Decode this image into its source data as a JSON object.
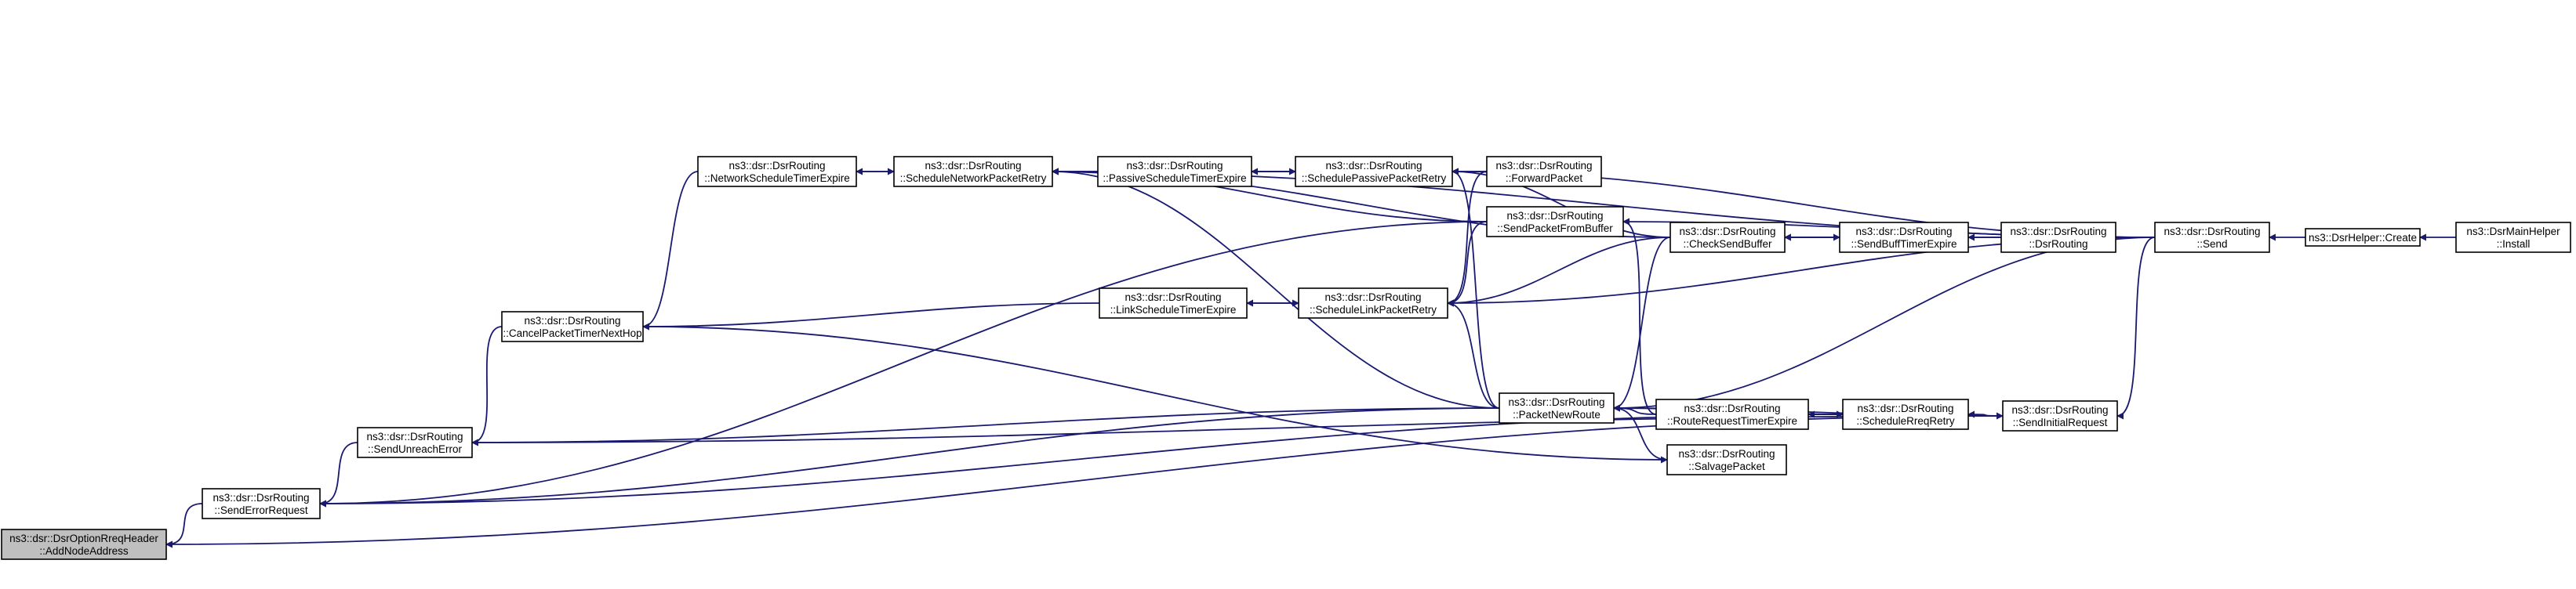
{
  "colors": {
    "edge": "#191970",
    "node_border": "#000000",
    "root_fill": "#bfbfbf",
    "node_fill": "#ffffff"
  },
  "nodes": [
    {
      "id": "AddNodeAddress",
      "lines": [
        "ns3::dsr::DsrOptionRreqHeader",
        "::AddNodeAddress"
      ],
      "root": true
    },
    {
      "id": "SendErrorRequest",
      "lines": [
        "ns3::dsr::DsrRouting",
        "::SendErrorRequest"
      ]
    },
    {
      "id": "SendUnreachError",
      "lines": [
        "ns3::dsr::DsrRouting",
        "::SendUnreachError"
      ]
    },
    {
      "id": "CancelPacketTimerNextHop",
      "lines": [
        "ns3::dsr::DsrRouting",
        "::CancelPacketTimerNextHop"
      ]
    },
    {
      "id": "NetworkScheduleTimerExpire",
      "lines": [
        "ns3::dsr::DsrRouting",
        "::NetworkScheduleTimerExpire"
      ]
    },
    {
      "id": "ScheduleNetworkPacketRetry",
      "lines": [
        "ns3::dsr::DsrRouting",
        "::ScheduleNetworkPacketRetry"
      ]
    },
    {
      "id": "PassiveScheduleTimerExpire",
      "lines": [
        "ns3::dsr::DsrRouting",
        "::PassiveScheduleTimerExpire"
      ]
    },
    {
      "id": "LinkScheduleTimerExpire",
      "lines": [
        "ns3::dsr::DsrRouting",
        "::LinkScheduleTimerExpire"
      ]
    },
    {
      "id": "SchedulePassivePacketRetry",
      "lines": [
        "ns3::dsr::DsrRouting",
        "::SchedulePassivePacketRetry"
      ]
    },
    {
      "id": "ScheduleLinkPacketRetry",
      "lines": [
        "ns3::dsr::DsrRouting",
        "::ScheduleLinkPacketRetry"
      ]
    },
    {
      "id": "ForwardPacket",
      "lines": [
        "ns3::dsr::DsrRouting",
        "::ForwardPacket"
      ]
    },
    {
      "id": "SendPacketFromBuffer",
      "lines": [
        "ns3::dsr::DsrRouting",
        "::SendPacketFromBuffer"
      ]
    },
    {
      "id": "PacketNewRoute",
      "lines": [
        "ns3::dsr::DsrRouting",
        "::PacketNewRoute"
      ]
    },
    {
      "id": "CheckSendBuffer",
      "lines": [
        "ns3::dsr::DsrRouting",
        "::CheckSendBuffer"
      ]
    },
    {
      "id": "RouteRequestTimerExpire",
      "lines": [
        "ns3::dsr::DsrRouting",
        "::RouteRequestTimerExpire"
      ]
    },
    {
      "id": "SalvagePacket",
      "lines": [
        "ns3::dsr::DsrRouting",
        "::SalvagePacket"
      ]
    },
    {
      "id": "SendBuffTimerExpire",
      "lines": [
        "ns3::dsr::DsrRouting",
        "::SendBuffTimerExpire"
      ]
    },
    {
      "id": "ScheduleRreqRetry",
      "lines": [
        "ns3::dsr::DsrRouting",
        "::ScheduleRreqRetry"
      ]
    },
    {
      "id": "DsrRoutingCtor",
      "lines": [
        "ns3::dsr::DsrRouting",
        "::DsrRouting"
      ]
    },
    {
      "id": "SendInitialRequest",
      "lines": [
        "ns3::dsr::DsrRouting",
        "::SendInitialRequest"
      ]
    },
    {
      "id": "Send",
      "lines": [
        "ns3::dsr::DsrRouting",
        "::Send"
      ]
    },
    {
      "id": "HelperCreate",
      "lines": [
        "ns3::DsrHelper::Create"
      ]
    },
    {
      "id": "MainHelperInstall",
      "lines": [
        "ns3::DsrMainHelper",
        "::Install"
      ]
    }
  ],
  "edges": [
    {
      "from": "SendErrorRequest",
      "to": "AddNodeAddress"
    },
    {
      "from": "SendInitialRequest",
      "to": "AddNodeAddress"
    },
    {
      "from": "SendUnreachError",
      "to": "SendErrorRequest"
    },
    {
      "from": "CancelPacketTimerNextHop",
      "to": "SendUnreachError"
    },
    {
      "from": "NetworkScheduleTimerExpire",
      "to": "CancelPacketTimerNextHop"
    },
    {
      "from": "LinkScheduleTimerExpire",
      "to": "CancelPacketTimerNextHop"
    },
    {
      "from": "ScheduleNetworkPacketRetry",
      "to": "NetworkScheduleTimerExpire"
    },
    {
      "from": "NetworkScheduleTimerExpire",
      "to": "ScheduleNetworkPacketRetry"
    },
    {
      "from": "SchedulePassivePacketRetry",
      "to": "PassiveScheduleTimerExpire"
    },
    {
      "from": "PassiveScheduleTimerExpire",
      "to": "SchedulePassivePacketRetry"
    },
    {
      "from": "ScheduleLinkPacketRetry",
      "to": "LinkScheduleTimerExpire"
    },
    {
      "from": "LinkScheduleTimerExpire",
      "to": "ScheduleLinkPacketRetry"
    },
    {
      "from": "PassiveScheduleTimerExpire",
      "to": "ScheduleNetworkPacketRetry"
    },
    {
      "from": "ForwardPacket",
      "to": "ScheduleNetworkPacketRetry"
    },
    {
      "from": "SendPacketFromBuffer",
      "to": "ScheduleNetworkPacketRetry"
    },
    {
      "from": "CheckSendBuffer",
      "to": "ScheduleNetworkPacketRetry"
    },
    {
      "from": "Send",
      "to": "ScheduleNetworkPacketRetry"
    },
    {
      "from": "PacketNewRoute",
      "to": "ScheduleNetworkPacketRetry"
    },
    {
      "from": "ForwardPacket",
      "to": "SchedulePassivePacketRetry"
    },
    {
      "from": "CheckSendBuffer",
      "to": "SchedulePassivePacketRetry"
    },
    {
      "from": "Send",
      "to": "SchedulePassivePacketRetry"
    },
    {
      "from": "PacketNewRoute",
      "to": "SchedulePassivePacketRetry"
    },
    {
      "from": "ForwardPacket",
      "to": "ScheduleLinkPacketRetry"
    },
    {
      "from": "SendPacketFromBuffer",
      "to": "ScheduleLinkPacketRetry"
    },
    {
      "from": "CheckSendBuffer",
      "to": "ScheduleLinkPacketRetry"
    },
    {
      "from": "Send",
      "to": "ScheduleLinkPacketRetry"
    },
    {
      "from": "PacketNewRoute",
      "to": "ScheduleLinkPacketRetry"
    },
    {
      "from": "Send",
      "to": "SendPacketFromBuffer"
    },
    {
      "from": "SendPacketFromBuffer",
      "to": "SendErrorRequest"
    },
    {
      "from": "CheckSendBuffer",
      "to": "PacketNewRoute"
    },
    {
      "from": "RouteRequestTimerExpire",
      "to": "PacketNewRoute"
    },
    {
      "from": "SalvagePacket",
      "to": "PacketNewRoute"
    },
    {
      "from": "Send",
      "to": "PacketNewRoute"
    },
    {
      "from": "ScheduleRreqRetry",
      "to": "PacketNewRoute"
    },
    {
      "from": "SendInitialRequest",
      "to": "PacketNewRoute"
    },
    {
      "from": "PacketNewRoute",
      "to": "SendUnreachError"
    },
    {
      "from": "PacketNewRoute",
      "to": "SendErrorRequest"
    },
    {
      "from": "RouteRequestTimerExpire",
      "to": "SendPacketFromBuffer"
    },
    {
      "from": "CancelPacketTimerNextHop",
      "to": "SalvagePacket"
    },
    {
      "from": "SendBuffTimerExpire",
      "to": "CheckSendBuffer"
    },
    {
      "from": "CheckSendBuffer",
      "to": "SendBuffTimerExpire"
    },
    {
      "from": "DsrRoutingCtor",
      "to": "SendBuffTimerExpire"
    },
    {
      "from": "Send",
      "to": "CheckSendBuffer"
    },
    {
      "from": "ScheduleRreqRetry",
      "to": "RouteRequestTimerExpire"
    },
    {
      "from": "RouteRequestTimerExpire",
      "to": "ScheduleRreqRetry"
    },
    {
      "from": "SendInitialRequest",
      "to": "ScheduleRreqRetry"
    },
    {
      "from": "SendErrorRequest",
      "to": "ScheduleRreqRetry"
    },
    {
      "from": "SendUnreachError",
      "to": "SendInitialRequest"
    },
    {
      "from": "Send",
      "to": "SendInitialRequest"
    },
    {
      "from": "HelperCreate",
      "to": "Send"
    },
    {
      "from": "MainHelperInstall",
      "to": "HelperCreate"
    }
  ]
}
